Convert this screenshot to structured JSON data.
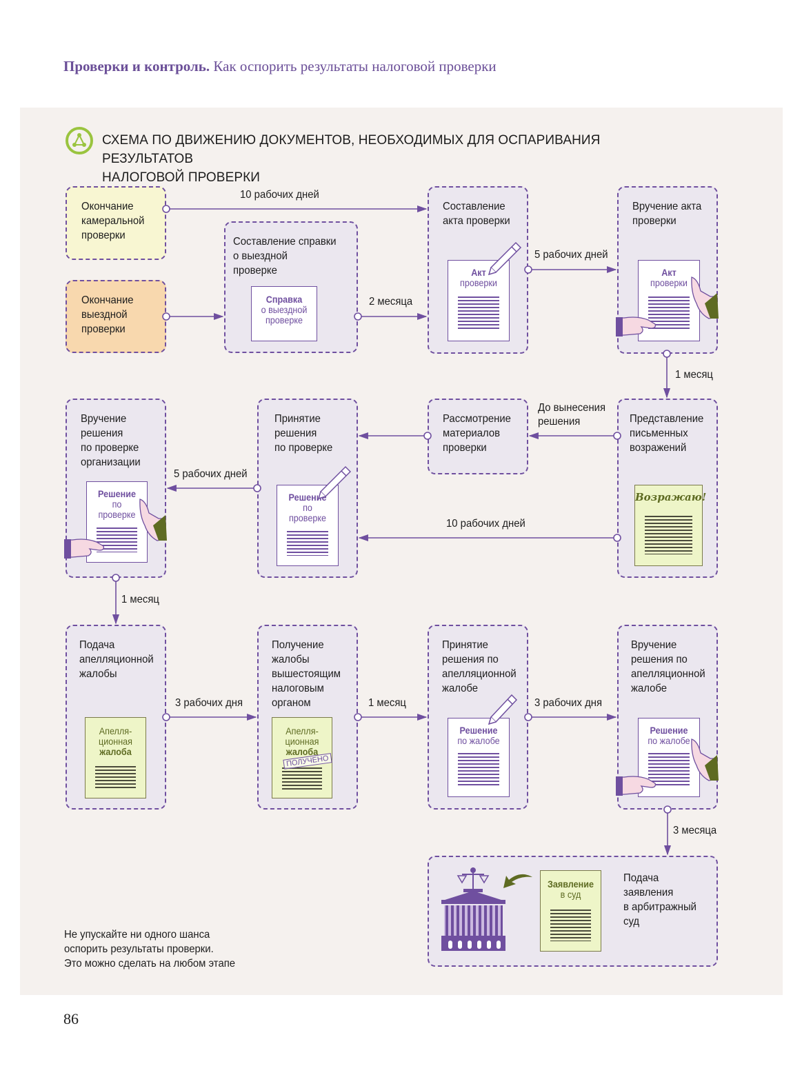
{
  "header": {
    "section": "Проверки и контроль.",
    "subtitle": "Как оспорить результаты налоговой проверки"
  },
  "scheme_title": {
    "line1": "СХЕМА ПО ДВИЖЕНИЮ ДОКУМЕНТОВ, НЕОБХОДИМЫХ ДЛЯ ОСПАРИВАНИЯ РЕЗУЛЬТАТОВ",
    "line2": "НАЛОГОВОЙ ПРОВЕРКИ"
  },
  "boxes": {
    "desk_end": [
      "Окончание",
      "камеральной",
      "проверки"
    ],
    "field_end": [
      "Окончание",
      "выездной",
      "проверки"
    ],
    "field_report": [
      "Составление справки",
      "о выездной",
      "проверке"
    ],
    "act_compile": [
      "Составление",
      "акта проверки"
    ],
    "act_delivery": [
      "Вручение акта",
      "проверки"
    ],
    "objections": [
      "Представление",
      "письменных",
      "возражений"
    ],
    "review": [
      "Рассмотрение",
      "материалов",
      "проверки"
    ],
    "decision": [
      "Принятие",
      "решения",
      "по проверке"
    ],
    "decision_delivery": [
      "Вручение",
      "решения",
      "по проверке",
      "организации"
    ],
    "appeal_filing": [
      "Подача",
      "апелляционной",
      "жалобы"
    ],
    "appeal_receipt": [
      "Получение",
      "жалобы",
      "вышестоящим",
      "налоговым",
      "органом"
    ],
    "appeal_decision": [
      "Принятие",
      "решения по",
      "апелляционной",
      "жалобе"
    ],
    "appeal_delivery": [
      "Вручение",
      "решения по",
      "апелляционной",
      "жалобе"
    ],
    "court": [
      "Подача",
      "заявления",
      "в арбитражный",
      "суд"
    ]
  },
  "docs": {
    "report": [
      "Справка",
      "о выездной",
      "проверке"
    ],
    "act1": [
      "Акт",
      "проверки"
    ],
    "act2": [
      "Акт",
      "проверки"
    ],
    "objection": "Возражаю!",
    "decision1": [
      "Решение",
      "по",
      "проверке"
    ],
    "decision2": [
      "Решение",
      "по",
      "проверке"
    ],
    "appeal1": [
      "Апелля-",
      "ционная",
      "жалоба"
    ],
    "appeal2": [
      "Апелля-",
      "ционная",
      "жалоба"
    ],
    "received_stamp": "ПОЛУЧЕНО",
    "appeal_decision1": [
      "Решение",
      "по жалобе"
    ],
    "appeal_decision2": [
      "Решение",
      "по жалобе"
    ],
    "claim": [
      "Заявление",
      "в суд"
    ]
  },
  "durations": {
    "d10_top": "10 рабочих дней",
    "m2": "2 месяца",
    "d5_act": "5 рабочих дней",
    "m1_right": "1 месяц",
    "before_decision": [
      "До вынесения",
      "решения"
    ],
    "d10_mid": "10 рабочих дней",
    "d5_decision": "5 рабочих дней",
    "m1_left": "1 месяц",
    "d3_a": "3 рабочих дня",
    "m1_bottom": "1 месяц",
    "d3_b": "3 рабочих дня",
    "m3": "3 месяца"
  },
  "note": [
    "Не упускайте ни одного шанса",
    "оспорить результаты проверки.",
    "Это можно сделать на любом этапе"
  ],
  "page_number": "86",
  "colors": {
    "accent": "#6f4f9f",
    "panel": "#f5f1ee",
    "box": "#ebe7ef",
    "desk_box": "#f8f6d2",
    "field_box": "#f8d8ae",
    "green_doc": "#eef5c8",
    "icon_green": "#9ac43f"
  }
}
